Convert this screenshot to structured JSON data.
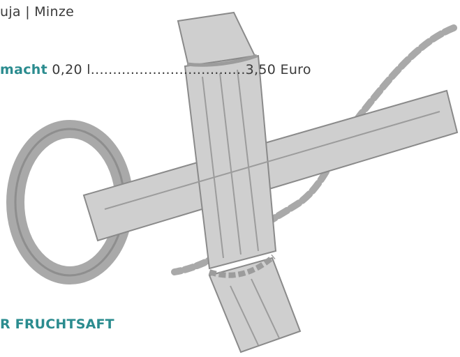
{
  "line_top": "uja | Minze",
  "drink": {
    "name": "macht",
    "volume": "0,20 l",
    "leader": "...................................",
    "price": "3,50 Euro"
  },
  "section_heading": "R FRUCHTSAFT",
  "illustration": "anchor-illustration"
}
